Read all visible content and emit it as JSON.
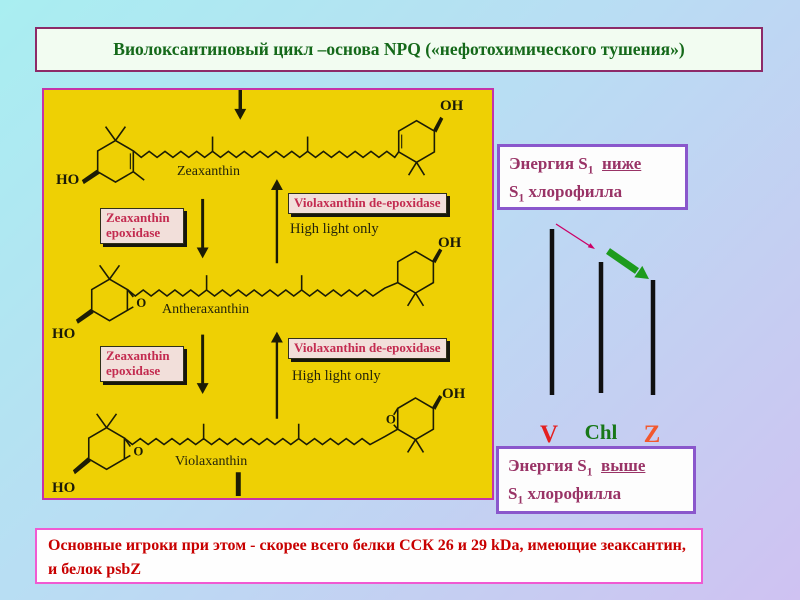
{
  "title": "Виолоксантиновый цикл –основа NPQ («нефотохимического тушения»)",
  "cycle_diagram": {
    "molecules": [
      {
        "name": "Zeaxanthin"
      },
      {
        "name": "Antheraxanthin"
      },
      {
        "name": "Violaxanthin"
      }
    ],
    "enzyme_down": "Zeaxanthin epoxidase",
    "enzyme_up": "Violaxanthin de-epoxidase",
    "condition": "High light only",
    "atom_labels": {
      "ho": "HO",
      "oh": "OH",
      "o": "O"
    }
  },
  "energy_notes": {
    "top": {
      "part1": "Энергия S",
      "sub1": "1",
      "underlined": "ниже",
      "part2": "S",
      "sub2": "1",
      "part3": "хлорофилла"
    },
    "bottom": {
      "part1": "Энергия S",
      "sub1": "1",
      "underlined": "выше",
      "part2": "S",
      "sub2": "1",
      "part3": "хлорофилла"
    }
  },
  "energy_levels": {
    "labels": [
      {
        "text": "V",
        "color": "#e41f1f"
      },
      {
        "text": "Chl",
        "color": "#187818"
      },
      {
        "text": "Z",
        "color": "#f2582e"
      }
    ]
  },
  "footer": "Основные игроки при этом - скорее всего белки ССК 26 и 29 kDa, имеющие зеаксантин, и белок psbZ",
  "colors": {
    "diagram_bg": "#eed004",
    "note_text": "#993366",
    "footer_text": "#c80000",
    "title_text": "#15691a",
    "transfer_arrow": "#1d9b1d",
    "loss_arrow": "#cc0066"
  }
}
